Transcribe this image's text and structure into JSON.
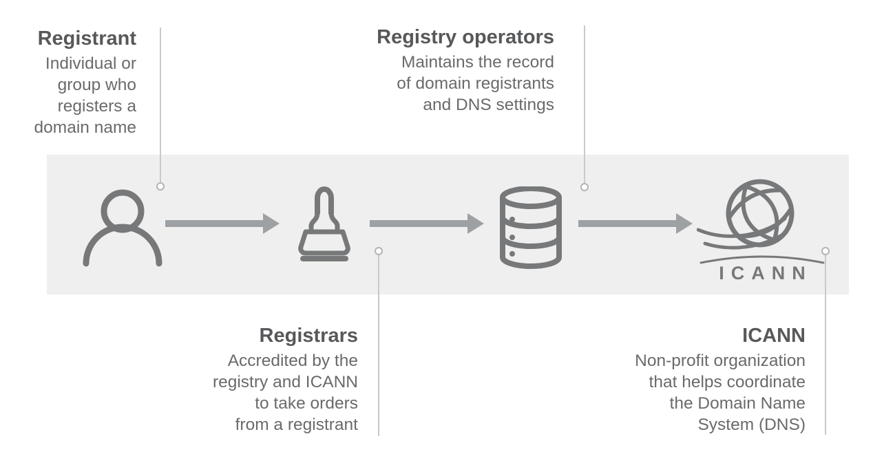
{
  "diagram": {
    "title_hint": "Domain name registration ecosystem flow",
    "labels": {
      "registrant": {
        "title": "Registrant",
        "description": "Individual or\ngroup who\nregisters a\ndomain name"
      },
      "registry_operators": {
        "title": "Registry operators",
        "description": "Maintains the record\nof domain registrants\nand DNS settings"
      },
      "registrars": {
        "title": "Registrars",
        "description": "Accredited by the\nregistry and ICANN\nto take orders\nfrom a registrant"
      },
      "icann": {
        "title": "ICANN",
        "description": "Non-profit organization\nthat helps coordinate\nthe Domain Name\nSystem (DNS)"
      }
    },
    "icann_logo_text": "ICANN",
    "flow_order": [
      "person-icon",
      "stamp-icon",
      "database-icon",
      "icann-logo"
    ],
    "colors": {
      "band": "#efefef",
      "icon": "#77787a",
      "arrow": "#9ea1a4",
      "heading": "#57585a",
      "body_text": "#696a6c",
      "connector": "#c9c9c9"
    }
  }
}
